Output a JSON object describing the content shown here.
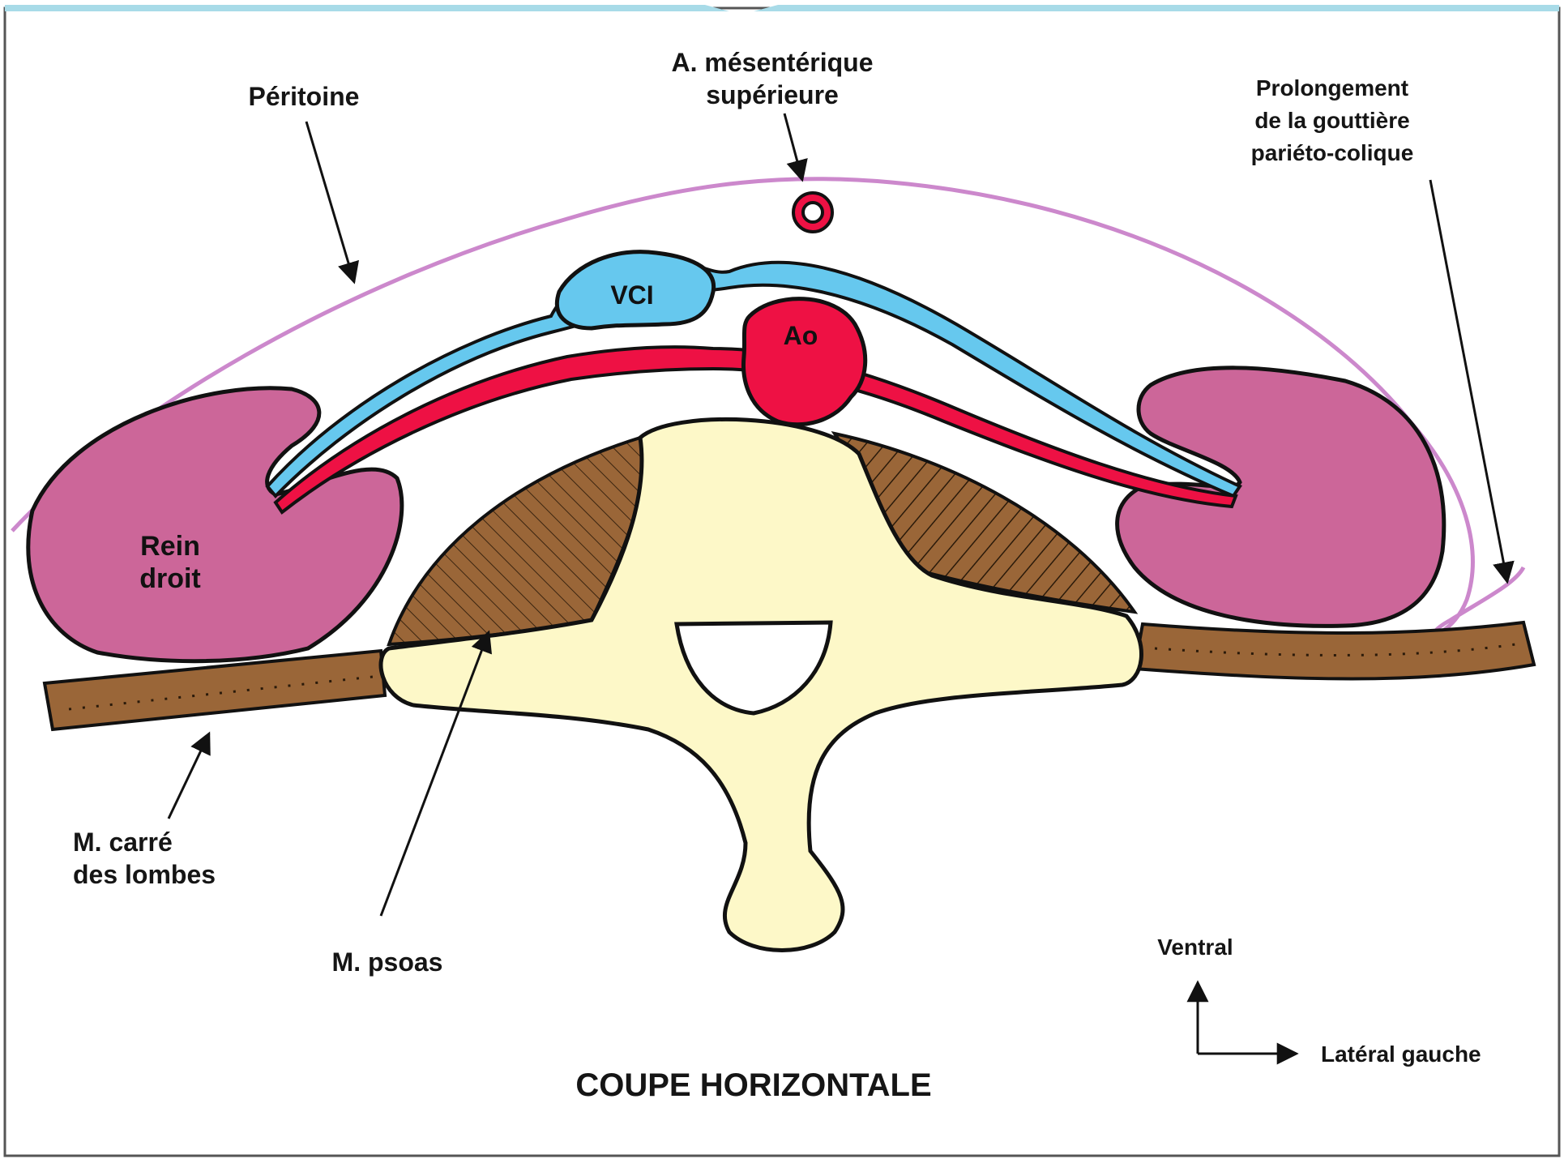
{
  "labels": {
    "peritoine": "Péritoine",
    "ams_line1": "A. mésentérique",
    "ams_line2": "supérieure",
    "prolong_line1": "Prolongement",
    "prolong_line2": "de la gouttière",
    "prolong_line3": "pariéto-colique",
    "vci": "VCI",
    "ao": "Ao",
    "rein_line1": "Rein",
    "rein_line2": "droit",
    "carre_line1": "M. carré",
    "carre_line2": "des lombes",
    "psoas": "M. psoas",
    "ventral": "Ventral",
    "lateral": "Latéral gauche",
    "title": "COUPE HORIZONTALE"
  },
  "colors": {
    "peritoneum": "#cc88cc",
    "kidney": "#cc6699",
    "vein": "#66c8ee",
    "artery": "#ee1144",
    "muscle": "#9a6638",
    "vertebra": "#fdf8c8",
    "frame": "#333333",
    "header_band": "#a8dbe8"
  },
  "icons": {
    "orientation": "axis-arrows-icon"
  }
}
